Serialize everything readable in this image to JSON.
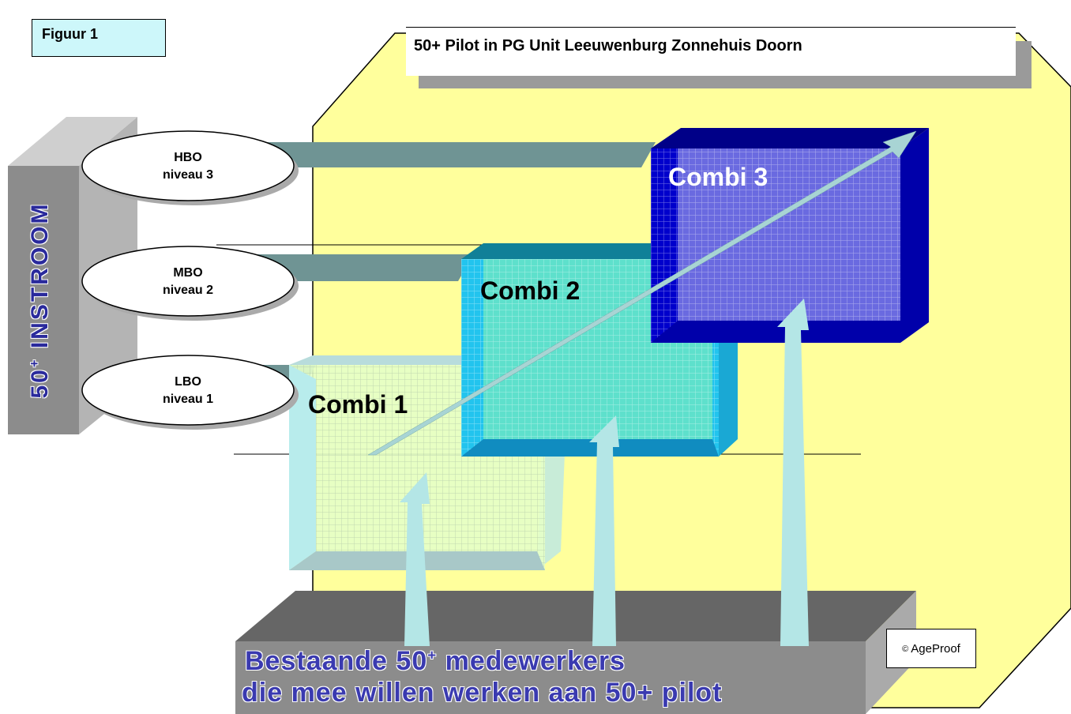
{
  "figure_label": "Figuur 1",
  "title": "50+ Pilot in PG Unit Leeuwenburg Zonnehuis Doorn",
  "instroom": {
    "prefix": "50",
    "sup": "+",
    "rest": " INSTROOM"
  },
  "levels": [
    {
      "line1": "HBO",
      "line2": "niveau 3"
    },
    {
      "line1": "MBO",
      "line2": "niveau 2"
    },
    {
      "line1": "LBO",
      "line2": "niveau 1"
    }
  ],
  "combis": [
    "Combi 1",
    "Combi 2",
    "Combi 3"
  ],
  "bottom": {
    "line1_prefix": "Bestaande 50",
    "line1_sup": "+",
    "line1_rest": " medewerkers",
    "line2": "die mee willen werken aan 50+ pilot"
  },
  "copyright": {
    "symbol": "©",
    "text": "AgeProof"
  },
  "colors": {
    "octagon": "#ffff9c",
    "combi1": "#e4ffc8",
    "combi2": "#22c4ee",
    "combi3": "#0000cc",
    "arrow": "#a8dcdc",
    "connector": "#6f9494",
    "gray_block": "#8c8c8c"
  }
}
